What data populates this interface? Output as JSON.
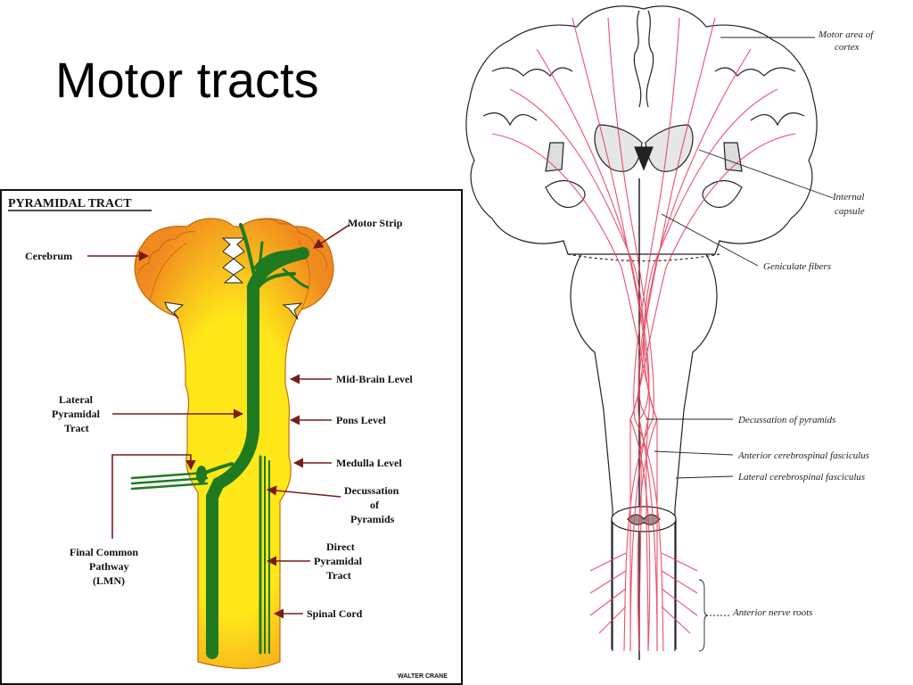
{
  "slide": {
    "title": "Motor tracts"
  },
  "left_diagram": {
    "title": "PYRAMIDAL TRACT",
    "signature": "WALTER CRANE",
    "labels": {
      "motor_strip": "Motor Strip",
      "cerebrum": "Cerebrum",
      "mid_brain": "Mid-Brain Level",
      "lateral_1": "Lateral",
      "lateral_2": "Pyramidal",
      "lateral_3": "Tract",
      "pons": "Pons Level",
      "medulla": "Medulla Level",
      "decussation_1": "Decussation",
      "decussation_2": "of",
      "decussation_3": "Pyramids",
      "final_1": "Final Common",
      "final_2": "Pathway",
      "final_3": "(LMN)",
      "direct_1": "Direct",
      "direct_2": "Pyramidal",
      "direct_3": "Tract",
      "spinal_cord": "Spinal Cord"
    },
    "colors": {
      "brain_outer": "#f08a1e",
      "brain_inner": "#ffe81a",
      "tract": "#1f7a1f",
      "arrow": "#7a1b1b"
    }
  },
  "right_diagram": {
    "labels": {
      "motor_area_1": "Motor area of",
      "motor_area_2": "cortex",
      "internal_1": "Internal",
      "internal_2": "capsule",
      "geniculate": "Geniculate fibers",
      "decussation": "Decussation of pyramids",
      "anterior": "Anterior cerebrospinal fasciculus",
      "lateral": "Lateral cerebrospinal fasciculus",
      "roots": "Anterior nerve roots"
    },
    "colors": {
      "fibers": "#e8405a",
      "outline": "#222222"
    }
  }
}
